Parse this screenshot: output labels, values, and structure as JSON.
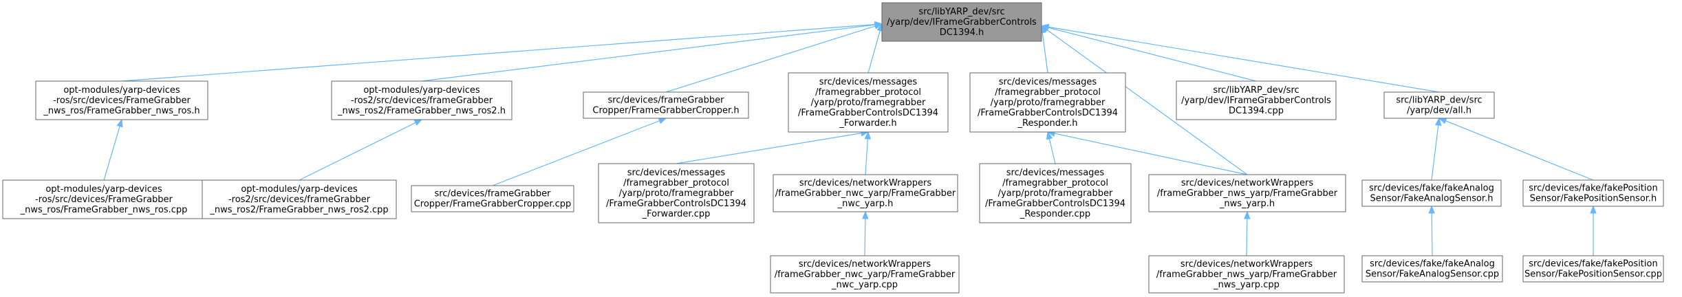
{
  "graph": {
    "nodes": [
      {
        "id": "n0",
        "root": true,
        "lines": [
          "src/libYARP_dev/src",
          "/yarp/dev/IFrameGrabberControls",
          "DC1394.h"
        ]
      },
      {
        "id": "n1",
        "lines": [
          "opt-modules/yarp-devices",
          "-ros/src/devices/FrameGrabber",
          "_nws_ros/FrameGrabber_nws_ros.h"
        ]
      },
      {
        "id": "n2",
        "lines": [
          "opt-modules/yarp-devices",
          "-ros/src/devices/FrameGrabber",
          "_nws_ros/FrameGrabber_nws_ros.cpp"
        ]
      },
      {
        "id": "n3",
        "lines": [
          "opt-modules/yarp-devices",
          "-ros2/src/devices/frameGrabber",
          "_nws_ros2/FrameGrabber_nws_ros2.h"
        ]
      },
      {
        "id": "n4",
        "lines": [
          "opt-modules/yarp-devices",
          "-ros2/src/devices/frameGrabber",
          "_nws_ros2/FrameGrabber_nws_ros2.cpp"
        ]
      },
      {
        "id": "n5",
        "lines": [
          "src/devices/frameGrabber",
          "Cropper/FrameGrabberCropper.h"
        ]
      },
      {
        "id": "n6",
        "lines": [
          "src/devices/frameGrabber",
          "Cropper/FrameGrabberCropper.cpp"
        ]
      },
      {
        "id": "n7",
        "lines": [
          "src/devices/messages",
          "/framegrabber_protocol",
          "/yarp/proto/framegrabber",
          "/FrameGrabberControlsDC1394",
          "_Forwarder.h"
        ]
      },
      {
        "id": "n8",
        "lines": [
          "src/devices/messages",
          "/framegrabber_protocol",
          "/yarp/proto/framegrabber",
          "/FrameGrabberControlsDC1394",
          "_Forwarder.cpp"
        ]
      },
      {
        "id": "n9",
        "lines": [
          "src/devices/networkWrappers",
          "/frameGrabber_nwc_yarp/FrameGrabber",
          "_nwc_yarp.h"
        ]
      },
      {
        "id": "n10",
        "lines": [
          "src/devices/networkWrappers",
          "/frameGrabber_nwc_yarp/FrameGrabber",
          "_nwc_yarp.cpp"
        ]
      },
      {
        "id": "n11",
        "lines": [
          "src/devices/messages",
          "/framegrabber_protocol",
          "/yarp/proto/framegrabber",
          "/FrameGrabberControlsDC1394",
          "_Responder.h"
        ]
      },
      {
        "id": "n12",
        "lines": [
          "src/devices/messages",
          "/framegrabber_protocol",
          "/yarp/proto/framegrabber",
          "/FrameGrabberControlsDC1394",
          "_Responder.cpp"
        ]
      },
      {
        "id": "n13",
        "lines": [
          "src/devices/networkWrappers",
          "/frameGrabber_nws_yarp/FrameGrabber",
          "_nws_yarp.h"
        ]
      },
      {
        "id": "n14",
        "lines": [
          "src/devices/networkWrappers",
          "/frameGrabber_nws_yarp/FrameGrabber",
          "_nws_yarp.cpp"
        ]
      },
      {
        "id": "n15",
        "lines": [
          "src/libYARP_dev/src",
          "/yarp/dev/IFrameGrabberControls",
          "DC1394.cpp"
        ]
      },
      {
        "id": "n16",
        "lines": [
          "src/libYARP_dev/src",
          "/yarp/dev/all.h"
        ]
      },
      {
        "id": "n17",
        "lines": [
          "src/devices/fake/fakeAnalog",
          "Sensor/FakeAnalogSensor.h"
        ]
      },
      {
        "id": "n18",
        "lines": [
          "src/devices/fake/fakeAnalog",
          "Sensor/FakeAnalogSensor.cpp"
        ]
      },
      {
        "id": "n19",
        "lines": [
          "src/devices/fake/fakePosition",
          "Sensor/FakePositionSensor.h"
        ]
      },
      {
        "id": "n20",
        "lines": [
          "src/devices/fake/fakePosition",
          "Sensor/FakePositionSensor.cpp"
        ]
      }
    ],
    "edges": [
      [
        "n1",
        "n0"
      ],
      [
        "n3",
        "n0"
      ],
      [
        "n5",
        "n0"
      ],
      [
        "n7",
        "n0"
      ],
      [
        "n11",
        "n0"
      ],
      [
        "n13",
        "n0"
      ],
      [
        "n15",
        "n0"
      ],
      [
        "n16",
        "n0"
      ],
      [
        "n2",
        "n1"
      ],
      [
        "n4",
        "n3"
      ],
      [
        "n6",
        "n5"
      ],
      [
        "n8",
        "n7"
      ],
      [
        "n9",
        "n7"
      ],
      [
        "n10",
        "n9"
      ],
      [
        "n12",
        "n11"
      ],
      [
        "n13",
        "n11"
      ],
      [
        "n14",
        "n13"
      ],
      [
        "n17",
        "n16"
      ],
      [
        "n19",
        "n16"
      ],
      [
        "n18",
        "n17"
      ],
      [
        "n20",
        "n19"
      ]
    ]
  }
}
